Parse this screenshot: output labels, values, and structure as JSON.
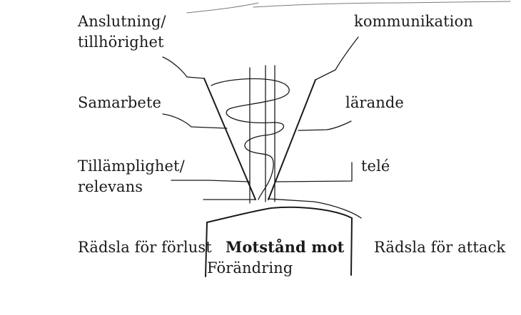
{
  "labels": {
    "anslutning_line1": "Anslutning/",
    "anslutning_line2": "tillhörighet",
    "kommunikation": "kommunikation",
    "samarbete": "Samarbete",
    "larande": "lärande",
    "tillamplighet_line1": "Tillämplighet/",
    "tillamplighet_line2": "relevans",
    "tele": "telé",
    "radsla_forlust": "Rädsla för förlust",
    "motstand": "Motstånd mot",
    "forandring": "Förändring",
    "radsla_attack": "Rädsla för attack"
  }
}
